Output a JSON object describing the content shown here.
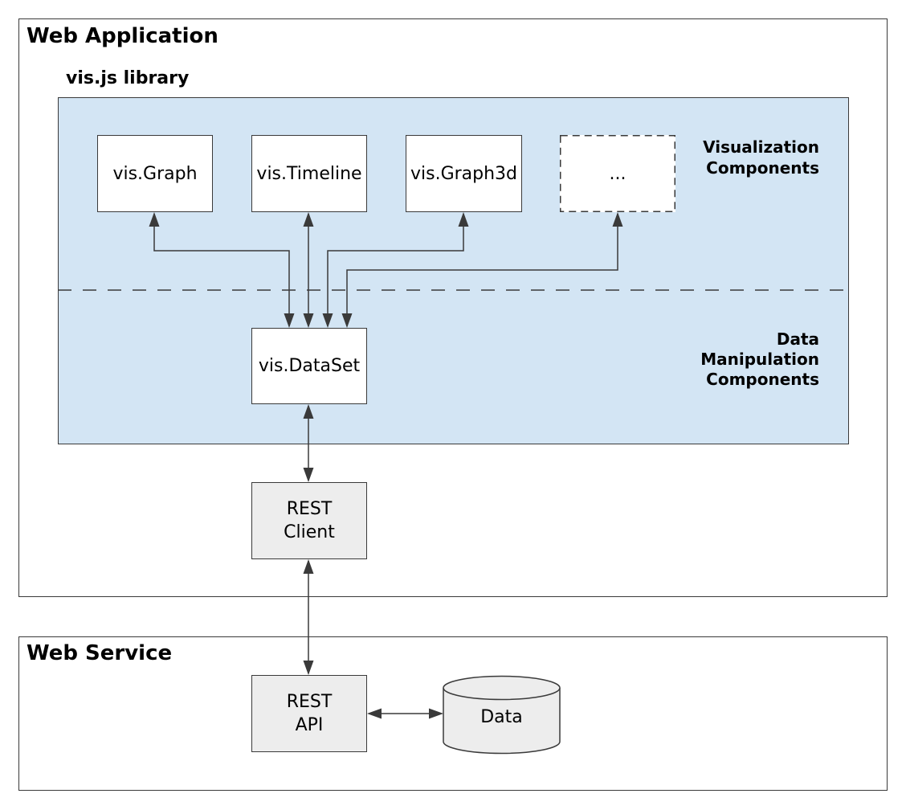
{
  "colors": {
    "page_bg": "#ffffff",
    "library_fill": "#d3e5f4",
    "component_fill": "#ffffff",
    "service_fill": "#ededed",
    "border": "#3a3a3a",
    "line": "#3a3a3a",
    "text": "#000000"
  },
  "web_application": {
    "title": "Web Application",
    "library": {
      "title": "vis.js library",
      "components": [
        {
          "label": "vis.Graph"
        },
        {
          "label": "vis.Timeline"
        },
        {
          "label": "vis.Graph3d"
        },
        {
          "label": "..."
        }
      ],
      "visualization_label": {
        "line1": "Visualization",
        "line2": "Components"
      },
      "data_manipulation_label": {
        "line1": "Data",
        "line2": "Manipulation",
        "line3": "Components"
      },
      "dataset": {
        "label": "vis.DataSet"
      }
    },
    "rest_client": {
      "line1": "REST",
      "line2": "Client"
    }
  },
  "web_service": {
    "title": "Web Service",
    "rest_api": {
      "line1": "REST",
      "line2": "API"
    },
    "data_store": {
      "label": "Data"
    }
  }
}
